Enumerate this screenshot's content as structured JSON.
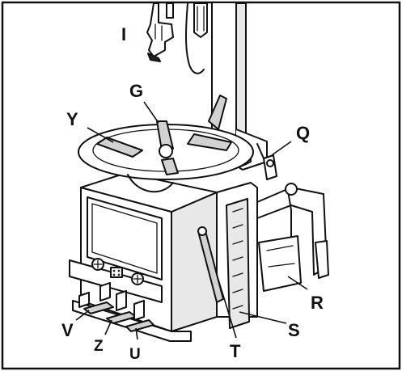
{
  "labels": {
    "I": "I",
    "G": "G",
    "Y": "Y",
    "Q": "Q",
    "R": "R",
    "S": "S",
    "T": "T",
    "U": "U",
    "Z": "Z",
    "V": "V"
  }
}
